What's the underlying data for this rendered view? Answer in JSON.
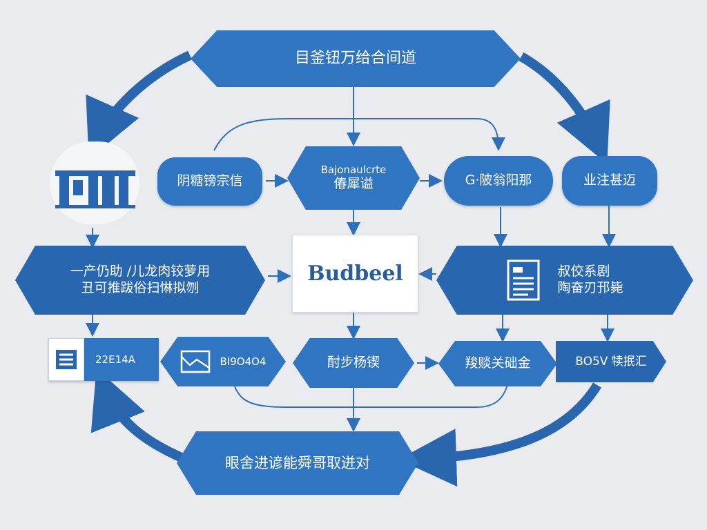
{
  "nodes": {
    "top": "目釜钮万给合间道",
    "row1_left": "阴糖镑宗信",
    "row1_center_line1": "Bajonaulcrte",
    "row1_center_line2": "偆犀谥",
    "row1_right": "G·陂翁阳那",
    "row1_far_right": "业注甚迈",
    "left_big_line1": "一产仍助 /儿龙肉铰萝用",
    "left_big_line2": "丑可推跋俗扫惏拟刎",
    "center": "Budbeel",
    "right_big_line1": "叔佼系剧",
    "right_big_line2": "陶奋刃邘毙",
    "row3_left": "22E14A",
    "row3_mid_left": "BI9O4O4",
    "row3_center": "酎步杨锲",
    "row3_mid_right": "羧赕关础金",
    "row3_right": "BO5V 犊抿汇",
    "bottom": "眼舍进谚能舜哥取迸对"
  },
  "colors": {
    "primary": "#2f75c2",
    "primary_dark": "#2867b0",
    "line": "#2f6fb8",
    "background": "#e9ebee"
  },
  "icons": [
    "building-icon",
    "document-icon",
    "list-icon",
    "image-icon"
  ]
}
